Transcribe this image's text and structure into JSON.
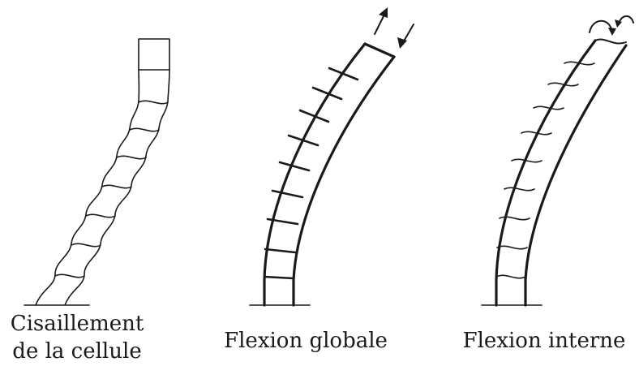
{
  "captions": {
    "shear": {
      "line1": "Cisaillement",
      "line2": "de la cellule"
    },
    "global_bending": "Flexion globale",
    "internal_bending": "Flexion interne"
  },
  "colors": {
    "stroke": "#1a1a1a",
    "background": "#ffffff"
  }
}
